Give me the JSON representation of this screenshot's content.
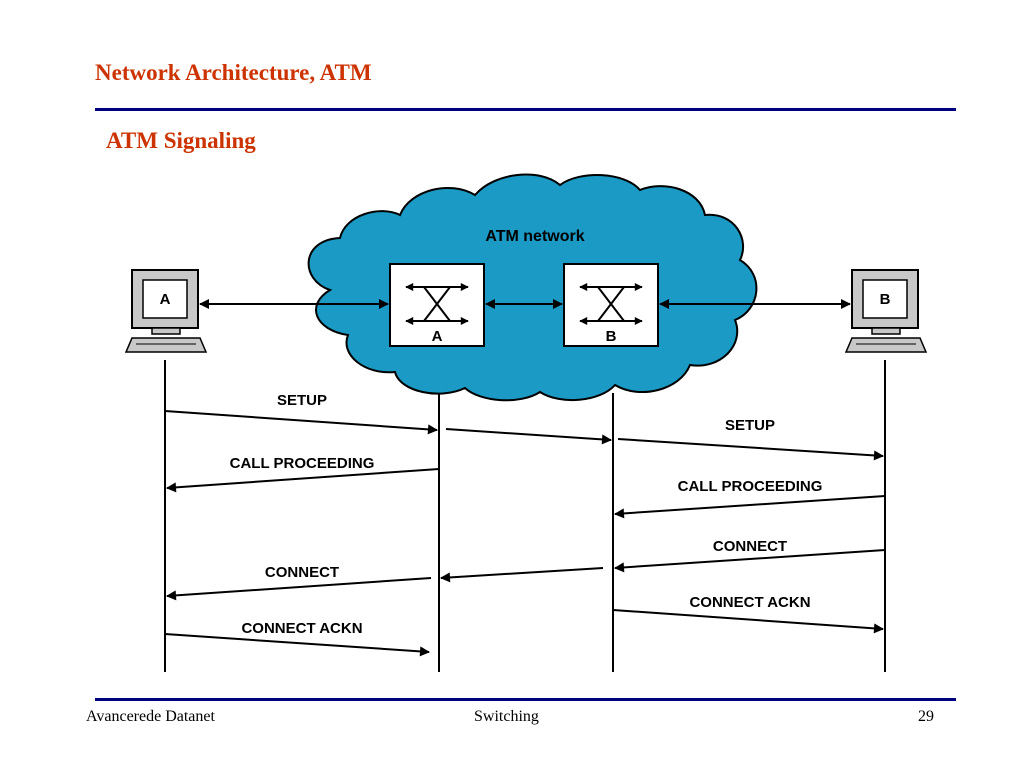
{
  "slide": {
    "title": "Network Architecture, ATM",
    "subtitle": "ATM Signaling"
  },
  "diagram": {
    "network_label": "ATM  network",
    "terminal_a": "A",
    "terminal_b": "B",
    "switch_a": "A",
    "switch_b": "B",
    "messages": {
      "setup_1": "SETUP",
      "setup_2": "SETUP",
      "call_proceeding_1": "CALL PROCEEDING",
      "call_proceeding_2": "CALL PROCEEDING",
      "connect_1": "CONNECT",
      "connect_2": "CONNECT",
      "connect_ackn_1": "CONNECT ACKN",
      "connect_ackn_2": "CONNECT ACKN"
    }
  },
  "footer": {
    "left": "Avancerede Datanet",
    "center": "Switching",
    "right": "29"
  },
  "colors": {
    "title": "#cc3300",
    "rule": "#000080",
    "cloud": "#1a9ac4",
    "monitor": "#c8c8c8"
  }
}
